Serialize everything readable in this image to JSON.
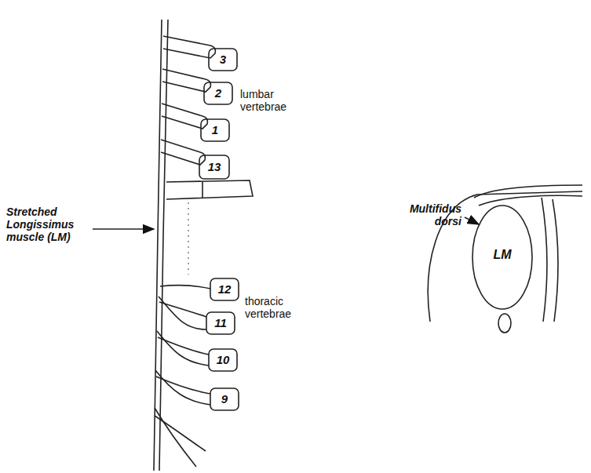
{
  "diagram": {
    "labels": [
      "3",
      "2",
      "lumbar vertebrae",
      "1",
      "13",
      "Stretched Longissimus muscle (LM)",
      "12",
      "thoracic vertebrae",
      "11",
      "10",
      "9",
      "Multifidus dorsi",
      "LM"
    ]
  }
}
